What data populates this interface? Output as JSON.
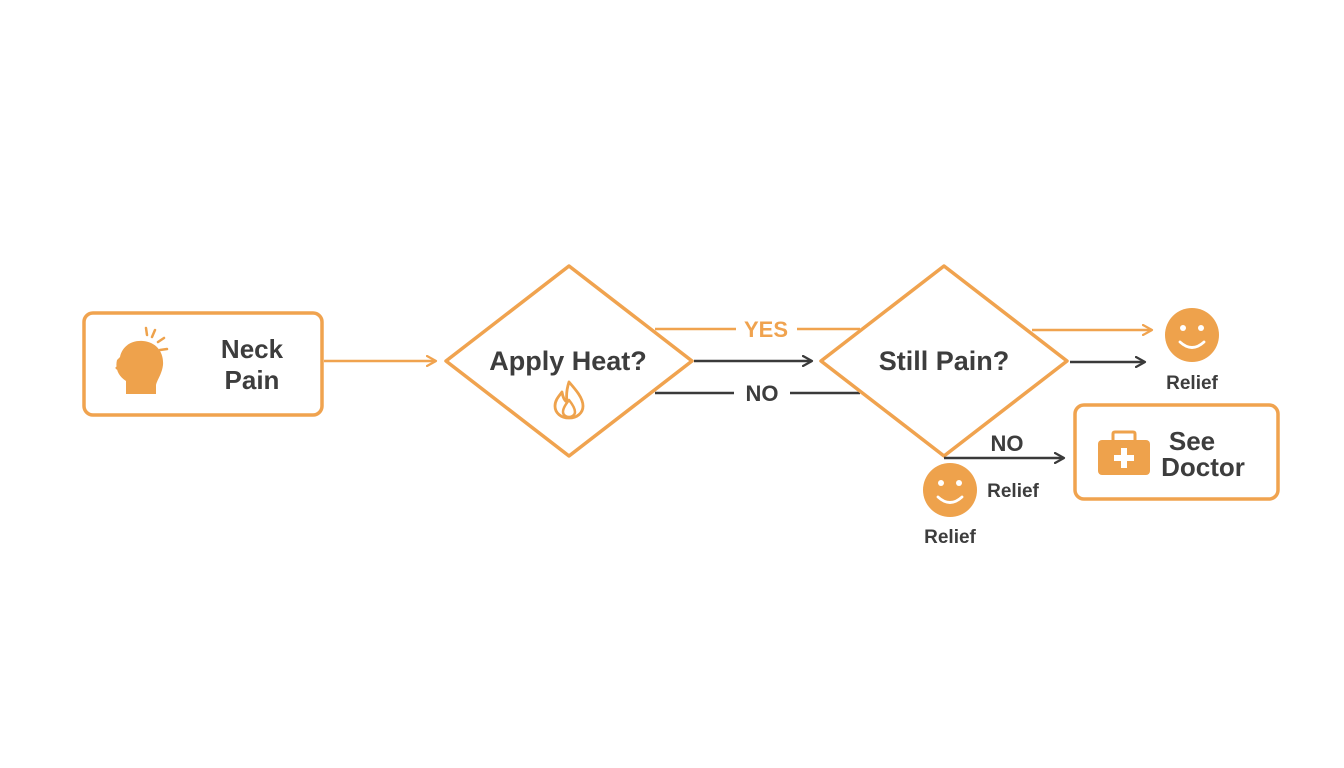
{
  "colors": {
    "accent": "#f0a34f",
    "icon_fill": "#eea24c",
    "text": "#3d3d3d",
    "dark_arrow": "#3a3a3a",
    "background": "#ffffff"
  },
  "nodes": {
    "neck_pain": {
      "line1": "Neck",
      "line2": "Pain",
      "icon": "head-pain-icon"
    },
    "apply_heat": {
      "label": "Apply Heat?",
      "icon": "flame-icon"
    },
    "still_pain": {
      "label": "Still Pain?"
    },
    "relief_top": {
      "label": "Relief",
      "icon": "smiley-icon"
    },
    "relief_bottom": {
      "label": "Relief",
      "side_label": "Relief",
      "icon": "smiley-icon"
    },
    "see_doctor": {
      "line1": "See",
      "line2": "Doctor",
      "icon": "medical-kit-icon"
    }
  },
  "edges": {
    "yes_label": "YES",
    "no_label_middle": "NO",
    "no_label_lower": "NO"
  }
}
